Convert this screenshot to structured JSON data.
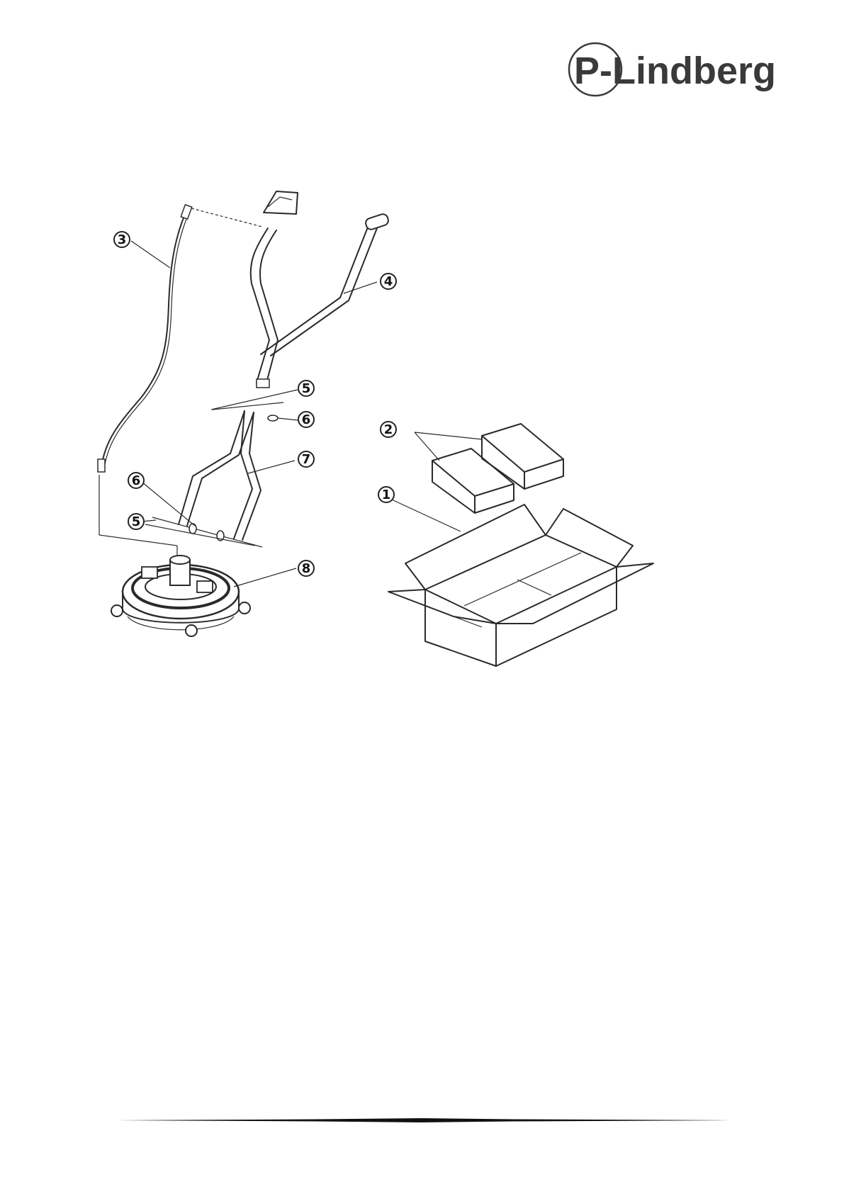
{
  "brand": {
    "name": "P-Lindberg"
  },
  "callouts": [
    "1",
    "2",
    "3",
    "4",
    "5",
    "6",
    "7",
    "8"
  ]
}
